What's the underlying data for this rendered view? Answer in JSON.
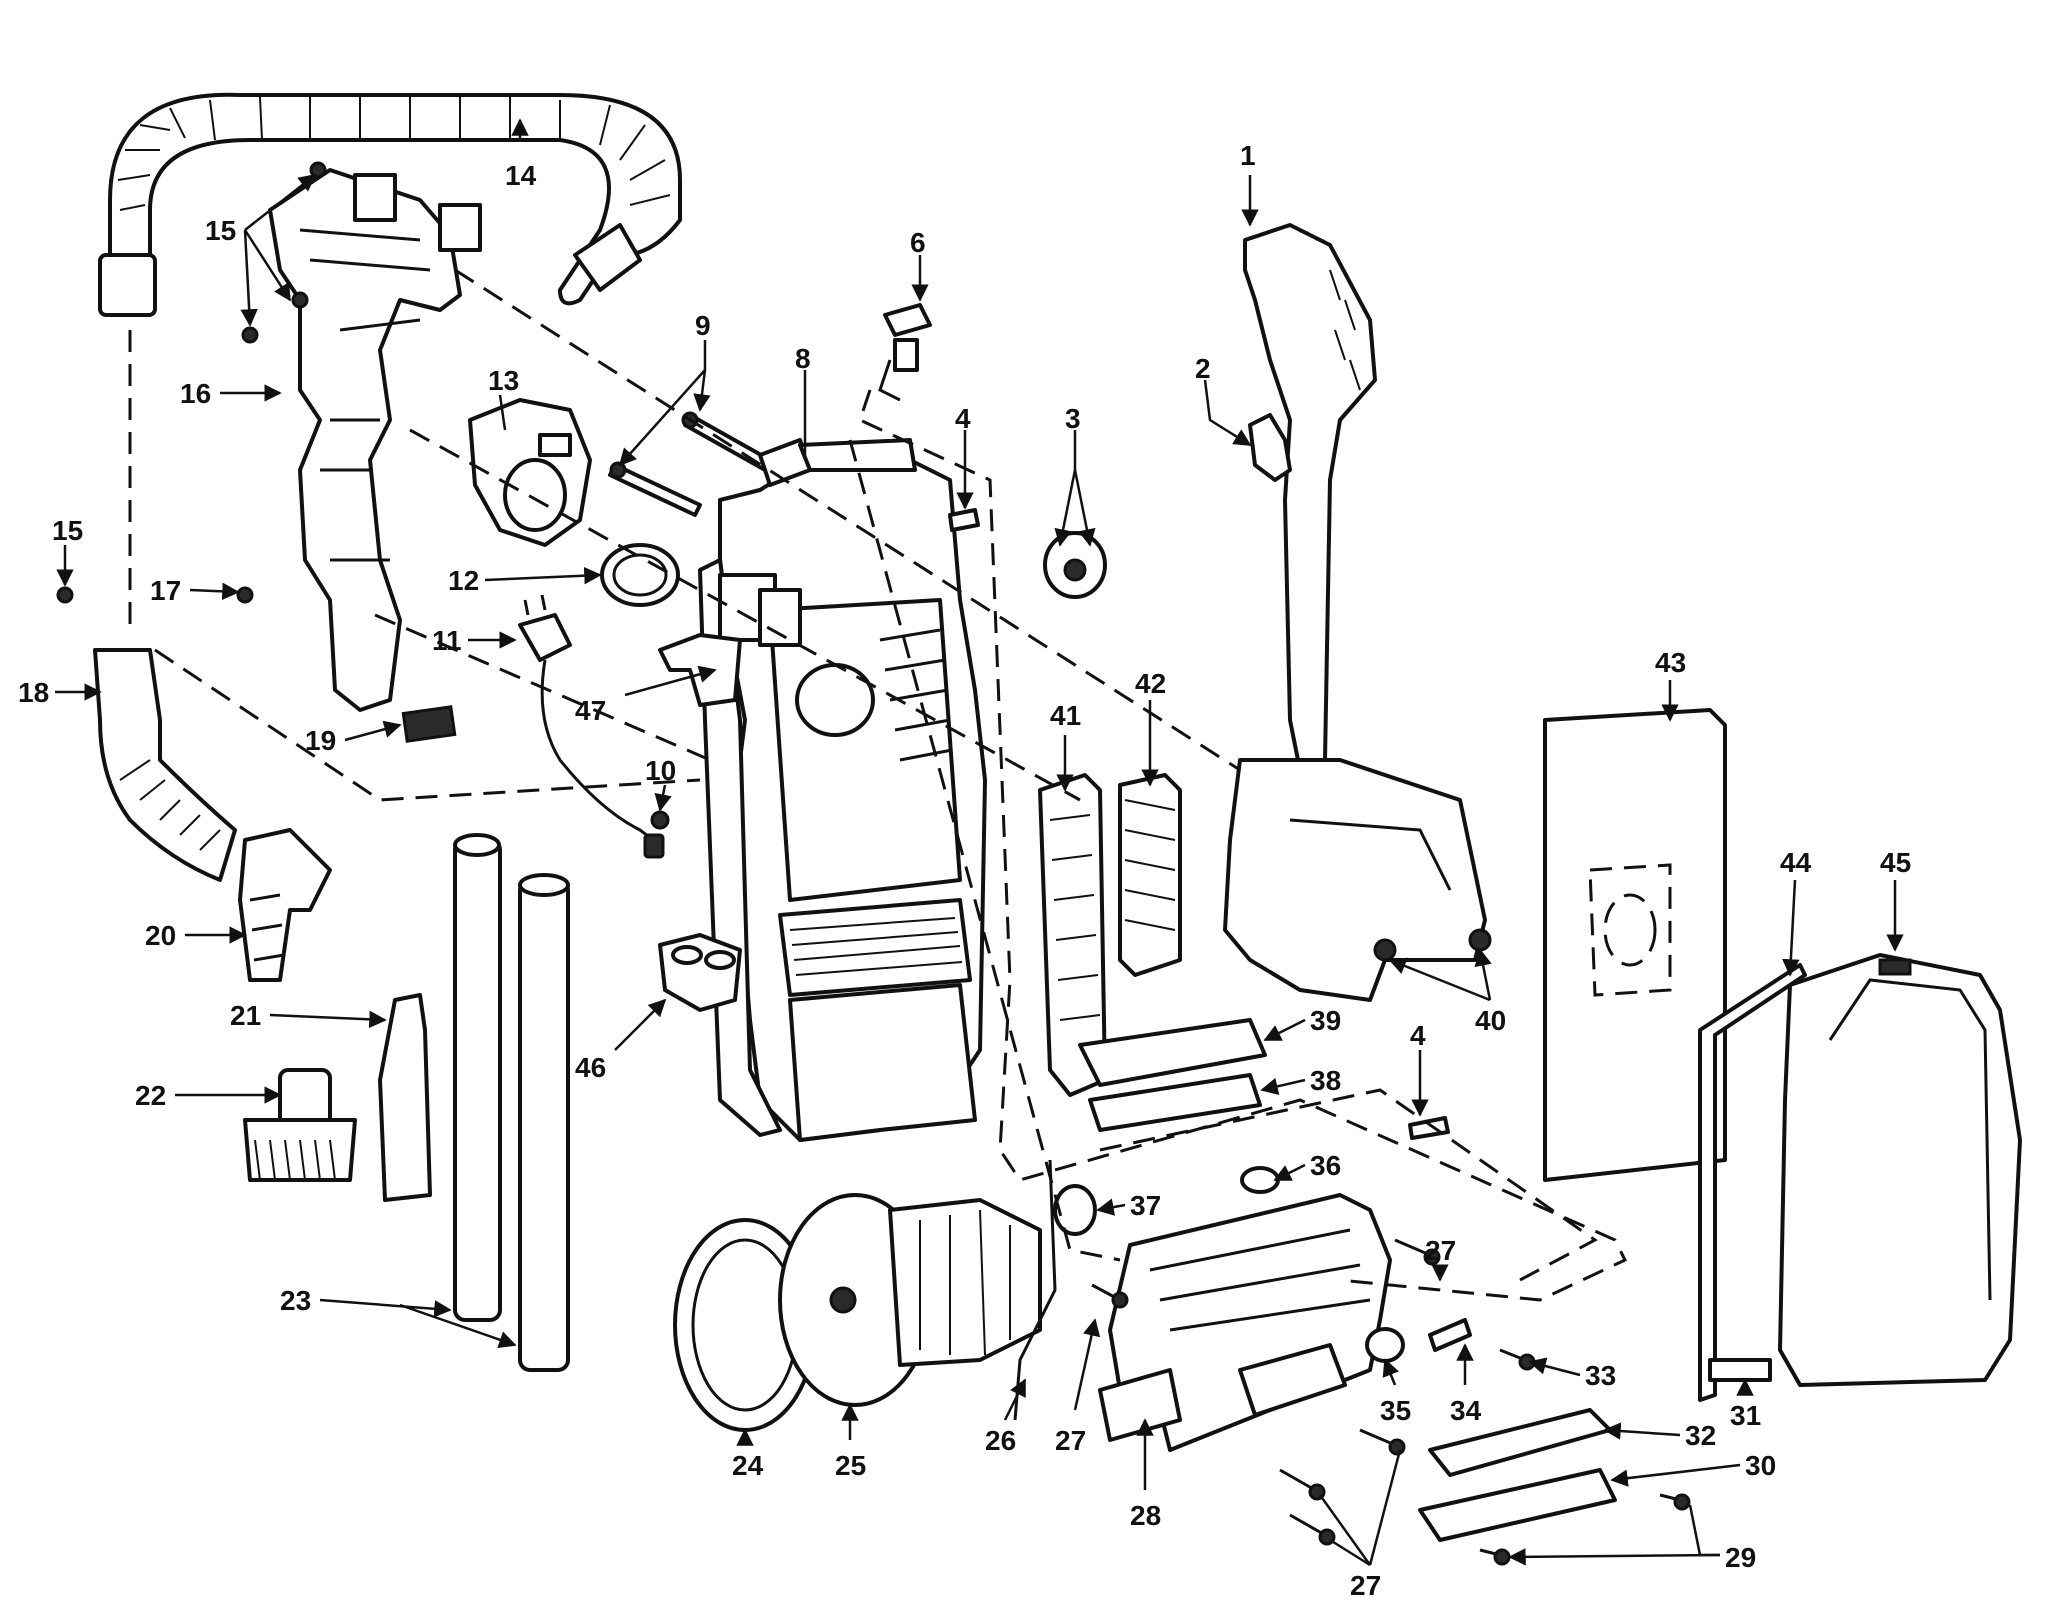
{
  "callouts": [
    "1",
    "2",
    "3",
    "4",
    "6",
    "8",
    "9",
    "10",
    "11",
    "12",
    "13",
    "14",
    "15",
    "16",
    "17",
    "18",
    "19",
    "20",
    "21",
    "22",
    "23",
    "24",
    "25",
    "26",
    "27",
    "28",
    "29",
    "30",
    "31",
    "32",
    "33",
    "34",
    "35",
    "36",
    "37",
    "38",
    "39",
    "40",
    "41",
    "42",
    "43",
    "44",
    "45",
    "46",
    "47"
  ],
  "callout_15b": "15",
  "callout_4b": "4",
  "callout_27b": "27",
  "callout_27c": "27"
}
